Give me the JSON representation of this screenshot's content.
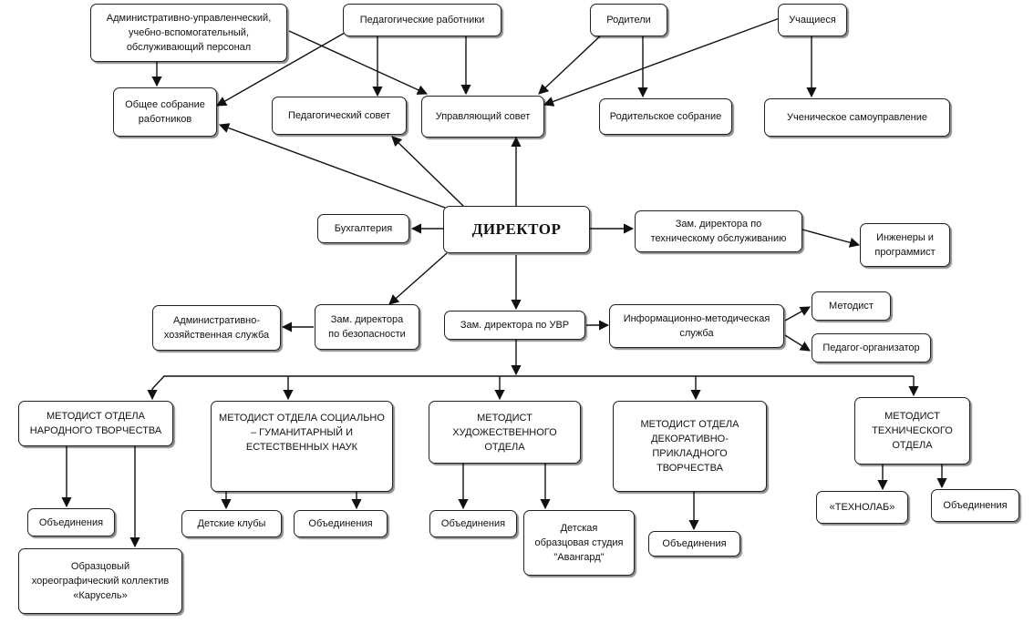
{
  "nodes": {
    "admin_staff": "Административно-управленческий,\nучебно-вспомогательный,\nобслуживающий персонал",
    "ped_workers": "Педагогические работники",
    "parents": "Родители",
    "students": "Учащиеся",
    "general_meeting": "Общее собрание\nработников",
    "ped_council": "Педагогический совет",
    "governing_council": "Управляющий совет",
    "parent_meeting": "Родительское собрание",
    "student_selfgov": "Ученическое самоуправление",
    "accounting": "Бухгалтерия",
    "director": "ДИРЕКТОР",
    "deputy_tech": "Зам. директора по\nтехническому обслуживанию",
    "engineers": "Инженеры и\nпрограммист",
    "admin_service": "Административно-\nхозяйственная служба",
    "deputy_security": "Зам. директора\nпо безопасности",
    "deputy_uvr": "Зам. директора по УВР",
    "info_method": "Информационно-методическая\nслужба",
    "methodist": "Методист",
    "ped_organizer": "Педагог-организатор",
    "dept_folk": "МЕТОДИСТ ОТДЕЛА\nНАРОДНОГО ТВОРЧЕСТВА",
    "dept_social": "МЕТОДИСТ ОТДЕЛА СОЦИАЛЬНО\n– ГУМАНИТАРНЫЙ И\nЕСТЕСТВЕННЫХ НАУК",
    "dept_art": "МЕТОДИСТ\nХУДОЖЕСТВЕННОГО\nОТДЕЛА",
    "dept_decor": "МЕТОДИСТ ОТДЕЛА\nДЕКОРАТИВНО-\nПРИКЛАДНОГО\nТВОРЧЕСТВА",
    "dept_tech": "МЕТОДИСТ\nТЕХНИЧЕСКОГО\nОТДЕЛА",
    "folk_assoc": "Объединения",
    "folk_karusel": "Образцовый\nхореографический коллектив\n«Карусель»",
    "social_clubs": "Детские клубы",
    "social_assoc": "Объединения",
    "art_assoc": "Объединения",
    "art_avangard": "Детская\nобразцовая студия\n\"Авангард\"",
    "decor_assoc": "Объединения",
    "tech_technolab": "«ТЕХНОЛАБ»",
    "tech_assoc": "Объединения"
  }
}
